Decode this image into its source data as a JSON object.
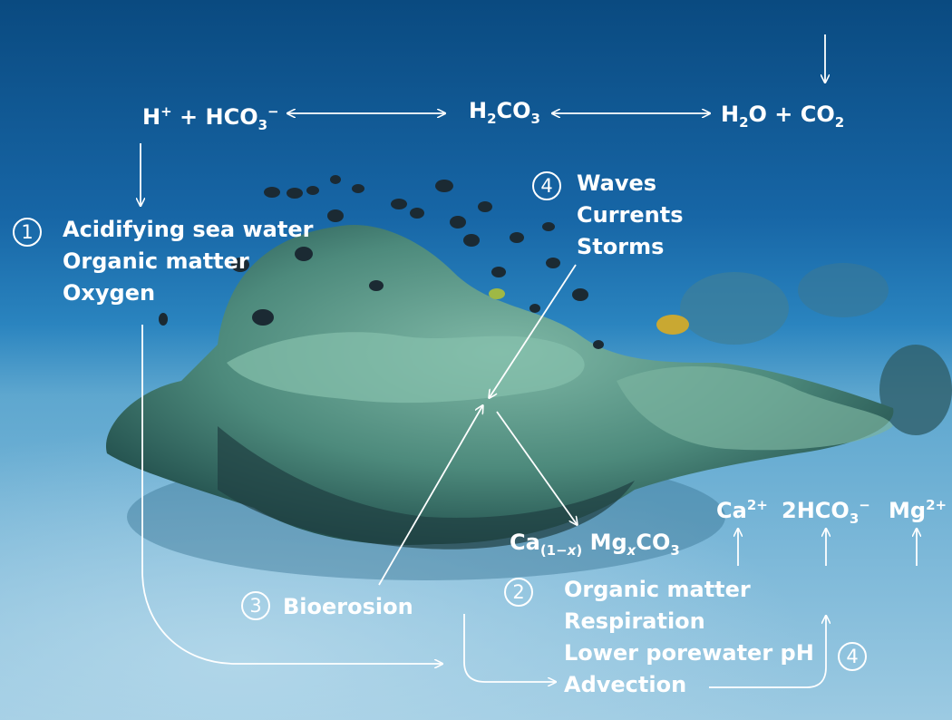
{
  "colors": {
    "water_top": "#0b4f86",
    "water_mid": "#1c6fae",
    "sand": "#8fc2dd",
    "coral": "#5f9f8f",
    "arrow": "#ffffff"
  },
  "equation": {
    "h_plus": "H",
    "h_plus_sup": "+",
    "plus": " + HCO",
    "hco3_sub": "3",
    "hco3_sup": "−",
    "h2co3_a": "H",
    "h2co3_sub": "2",
    "h2co3_b": "CO",
    "h2co3_sub2": "3",
    "h2o_a": "H",
    "h2o_sub": "2",
    "h2o_b": "O + CO",
    "co2_sub": "2"
  },
  "process1": {
    "number": "1",
    "items": [
      "Acidifying sea water",
      "Organic matter",
      "Oxygen"
    ]
  },
  "process4_top": {
    "number": "4",
    "items": [
      "Waves",
      "Currents",
      "Storms"
    ]
  },
  "process3": {
    "number": "3",
    "label": "Bioerosion"
  },
  "process2": {
    "number": "2",
    "items": [
      "Organic matter",
      "Respiration",
      "Lower porewater pH",
      "Advection"
    ]
  },
  "process4_bottom": {
    "number": "4"
  },
  "carbonate": {
    "ca": "Ca",
    "ca_sub": "(1−",
    "x": "x",
    "close": ")",
    "mg": " Mg",
    "mg_sub": "x",
    "co": "CO",
    "co_sub": "3"
  },
  "ions": {
    "ca": "Ca",
    "ca_sup": "2+",
    "hco3": "2HCO",
    "hco3_sub": "3",
    "hco3_sup": "−",
    "mg": "Mg",
    "mg_sup": "2+"
  }
}
